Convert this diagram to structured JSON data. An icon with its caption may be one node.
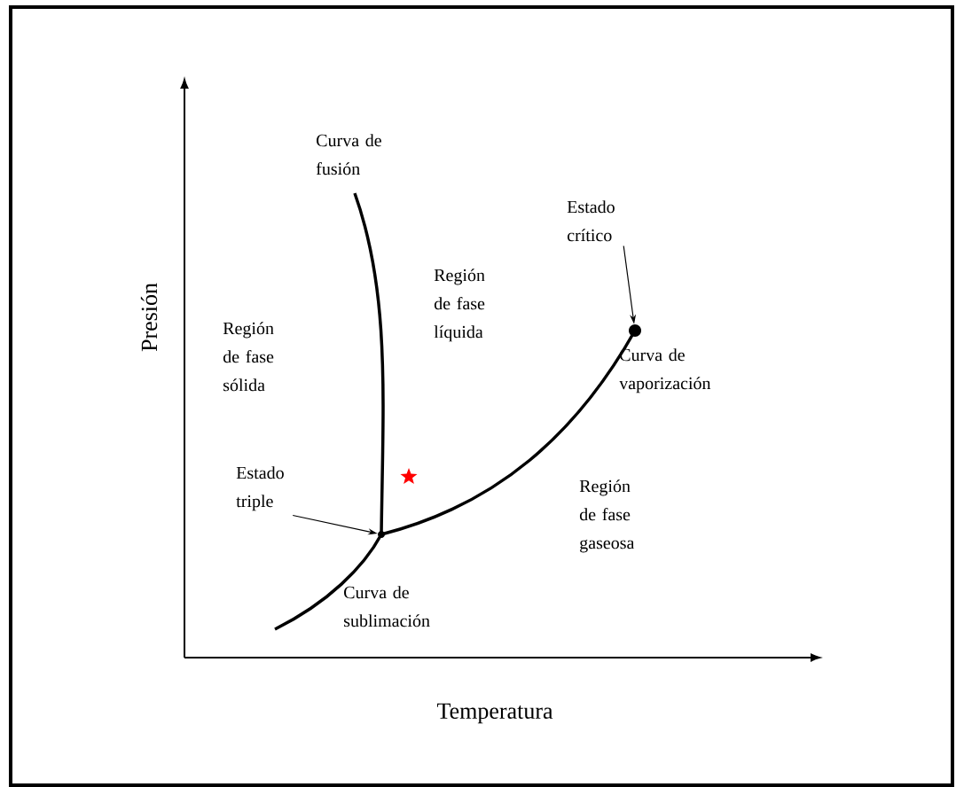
{
  "diagram": {
    "nodes": [
      {
        "text": [
          "Estado triple"
        ]
      },
      {
        "text": [],
        "shape": "circle"
      },
      {
        "text": [
          "Estado crítico"
        ]
      },
      {
        "text": [],
        "shape": "circle"
      }
    ],
    "edges": [
      {
        "from": 0,
        "to": 1,
        "arrow": "to"
      },
      {
        "from": 2,
        "to": 3,
        "arrow": "to"
      }
    ],
    "labels": [
      "Curva de fusión",
      "Región de fase líquida",
      "Región de fase sólida",
      "Curva de vaporización",
      "Región de fase gaseosa",
      "Curva de sublimación",
      "Presión",
      "Temperatura"
    ]
  }
}
